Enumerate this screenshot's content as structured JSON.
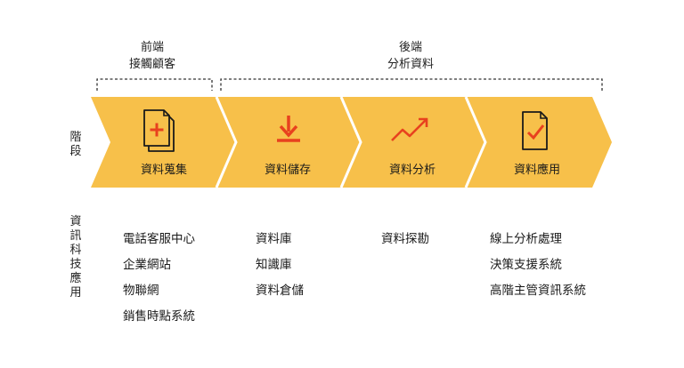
{
  "groups": [
    {
      "title": "前端\n接觸顧客"
    },
    {
      "title": "後端\n分析資料"
    }
  ],
  "row_labels": {
    "stage": "階段",
    "technology": "資訊科技應用"
  },
  "stages": [
    {
      "label": "資料蒐集",
      "icon": "document-plus-icon"
    },
    {
      "label": "資料儲存",
      "icon": "download-icon"
    },
    {
      "label": "資料分析",
      "icon": "trend-up-icon"
    },
    {
      "label": "資料應用",
      "icon": "document-check-icon"
    }
  ],
  "technologies": [
    [
      "電話客服中心",
      "企業網站",
      "物聯網",
      "銷售時點系統"
    ],
    [
      "資料庫",
      "知識庫",
      "資料倉儲"
    ],
    [
      "資料探勘"
    ],
    [
      "線上分析處理",
      "決策支援系統",
      "高階主管資訊系統"
    ]
  ],
  "colors": {
    "arrow_fill": "#F7C04A",
    "arrow_divider": "#ffffff",
    "icon_accent": "#E8411E",
    "icon_outline": "#1a1a1a"
  }
}
